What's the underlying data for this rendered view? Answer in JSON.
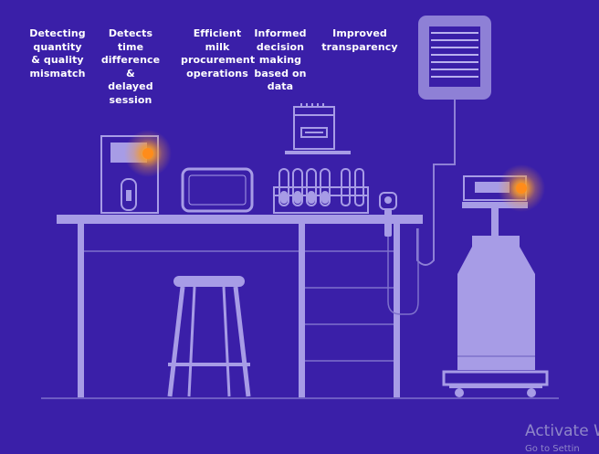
{
  "benefits": [
    {
      "label": "Detecting\nquantity\n& quality\nmismatch"
    },
    {
      "label": "Detects\ntime\ndifference\n&\ndelayed\nsession"
    },
    {
      "label": "Efficient\nmilk\nprocurement\noperations"
    },
    {
      "label": "Informed\ndecision\nmaking\nbased on\ndata"
    },
    {
      "label": "Improved\ntransparency"
    }
  ],
  "watermark": {
    "text": "Activate W",
    "sub": "Go to Settin"
  },
  "colors": {
    "background": "#3a1fa8",
    "line": "#a79ce6",
    "glow": "#f5a623"
  }
}
